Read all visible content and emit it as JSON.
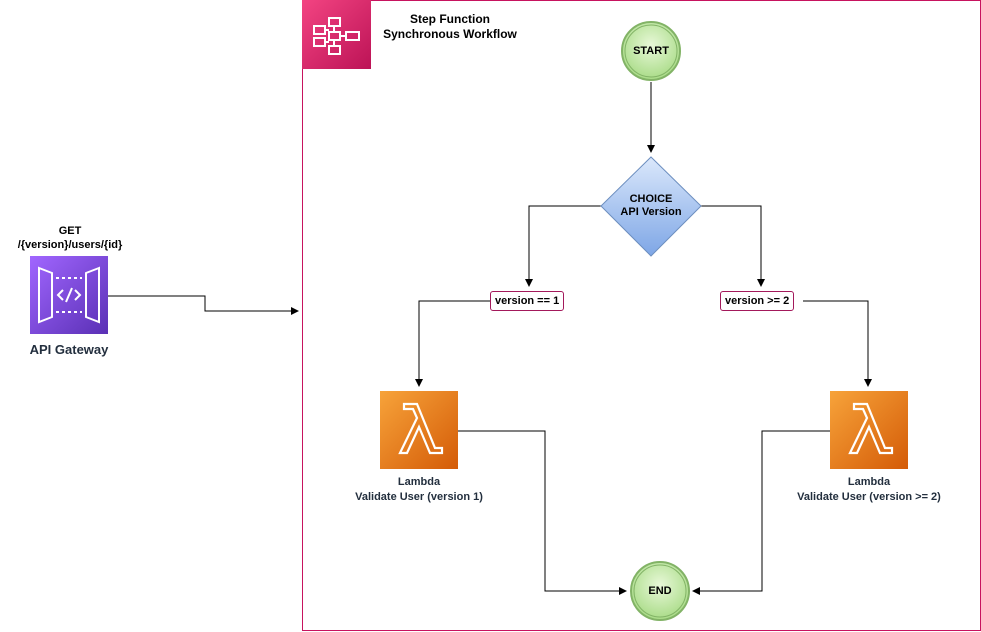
{
  "api": {
    "label": "API Gateway",
    "method": "GET",
    "path": "/{version}/users/{id}",
    "icon": "api-gateway-icon",
    "color": "#7b3fe4"
  },
  "step_function": {
    "title_line1": "Step Function",
    "title_line2": "Synchronous Workflow",
    "icon": "step-functions-icon",
    "color": "#c7135e"
  },
  "start": {
    "label": "START"
  },
  "choice": {
    "line1": "CHOICE",
    "line2": "API Version"
  },
  "branches": {
    "left": {
      "condition": "version == 1"
    },
    "right": {
      "condition": "version >= 2"
    }
  },
  "lambda_left": {
    "name": "Lambda",
    "desc": "Validate User (version 1)",
    "icon": "lambda-icon"
  },
  "lambda_right": {
    "name": "Lambda",
    "desc": "Validate User (version >= 2)",
    "icon": "lambda-icon"
  },
  "end": {
    "label": "END"
  }
}
